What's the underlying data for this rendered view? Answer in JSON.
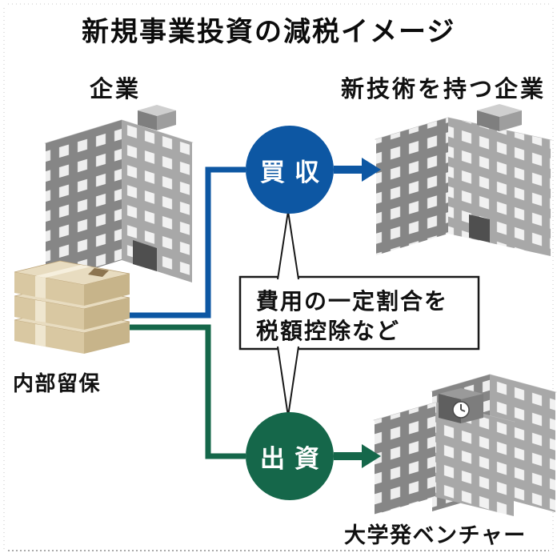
{
  "title": "新規事業投資の減税イメージ",
  "labels": {
    "company": "企業",
    "tech_company": "新技術を持つ企業",
    "internal_reserves": "内部留保",
    "university_venture": "大学発ベンチャー"
  },
  "flows": {
    "acquisition": {
      "label": "買収",
      "color": "#0d57a3"
    },
    "investment": {
      "label": "出資",
      "color": "#15674a"
    }
  },
  "callout": {
    "line1": "費用の一定割合を",
    "line2": "税額控除など"
  },
  "icons": {
    "company_building": "building-icon",
    "tech_company_building": "building-icon",
    "venture_building": "building-with-clock-icon",
    "internal_reserves": "money-stack-icon"
  },
  "colors": {
    "blue": "#0d57a3",
    "green": "#15674a",
    "building_gray": "#9a9a9a",
    "money_tan": "#d8c7a2",
    "background": "#ffffff"
  }
}
